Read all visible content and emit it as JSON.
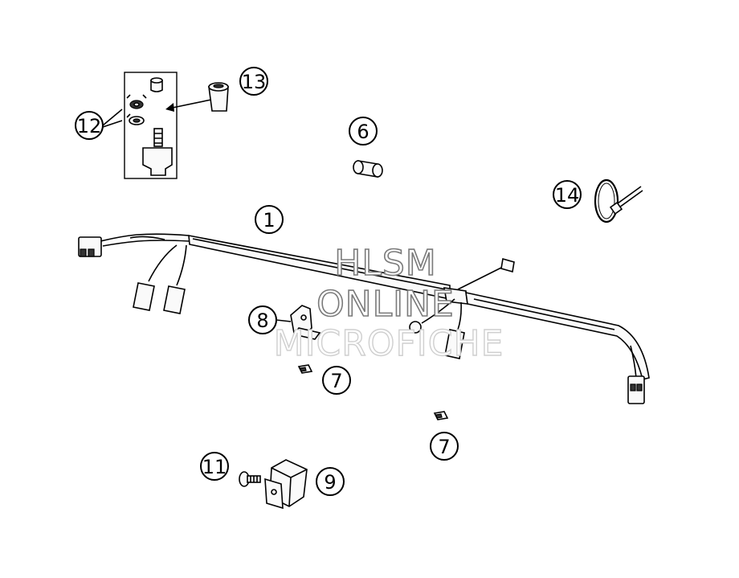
{
  "callouts": {
    "c1": "1",
    "c6": "6",
    "c7a": "7",
    "c7b": "7",
    "c8": "8",
    "c9": "9",
    "c11": "11",
    "c12": "12",
    "c13": "13",
    "c14": "14"
  },
  "watermark": {
    "line1": "HLSM",
    "line2": "ONLINE",
    "line3": "MICROFICHE"
  }
}
